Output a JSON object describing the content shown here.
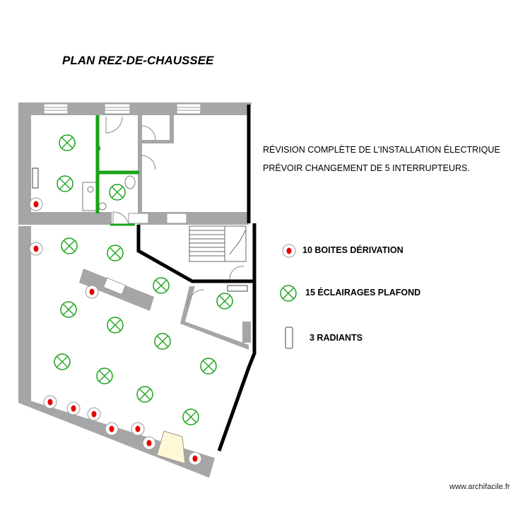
{
  "title": "PLAN REZ-DE-CHAUSSEE",
  "notes": [
    "RÉVISION COMPLÈTE DE L’INSTALLATION ÉLECTRIQUE",
    "PRÉVOIR CHANGEMENT DE 5 INTERRUPTEURS."
  ],
  "legend": {
    "junction_box": "10 BOITES DÉRIVATION",
    "ceiling_light": "15 ÉCLAIRAGES PLAFOND",
    "radiator": "3 RADIANTS"
  },
  "credit": "www.archifacile.fr",
  "colors": {
    "wall": "#a6a6a6",
    "new_wall": "#000000",
    "partition": "#19a319",
    "light": "#1aa31a",
    "junction_box": "#e60000"
  }
}
